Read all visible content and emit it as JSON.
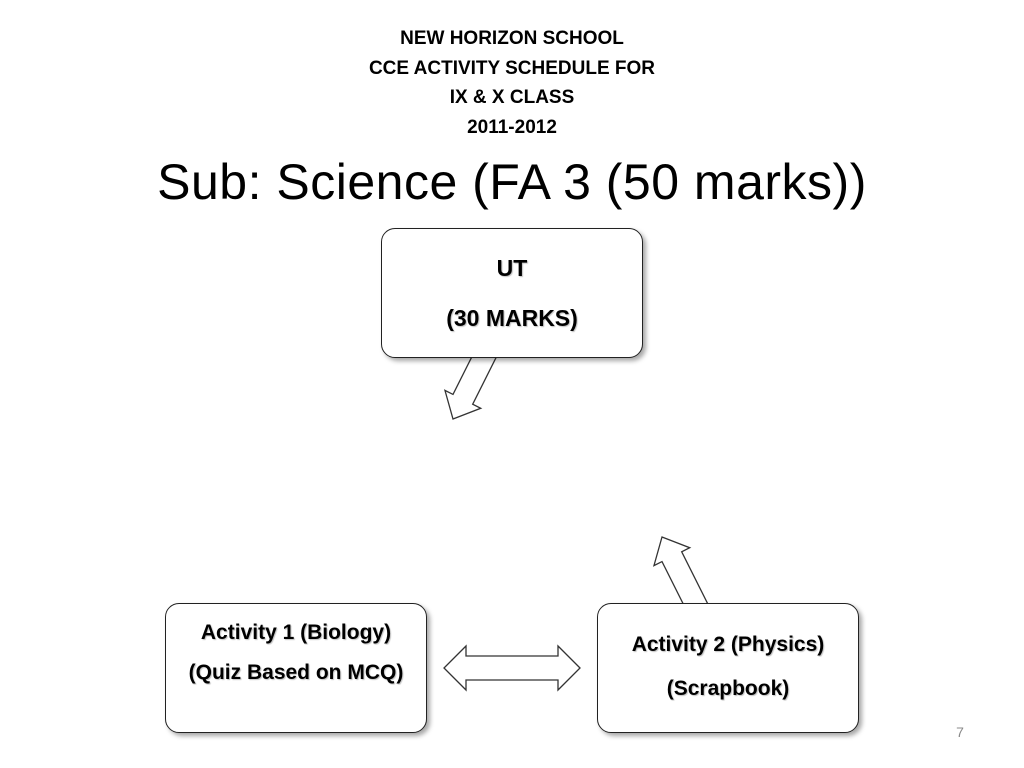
{
  "header": {
    "lines": [
      "NEW HORIZON SCHOOL",
      "CCE ACTIVITY SCHEDULE FOR",
      "IX & X CLASS",
      "2011-2012"
    ]
  },
  "title": "Sub: Science (FA 3 (50 marks))",
  "nodes": {
    "ut": {
      "line1": "UT",
      "line2": "(30 MARKS)"
    },
    "activity1": {
      "line1": "Activity 1 (Biology)",
      "line2": "(Quiz Based on MCQ)"
    },
    "activity2": {
      "line1": "Activity 2 (Physics)",
      "line2": "(Scrapbook)"
    }
  },
  "page_number": "7"
}
